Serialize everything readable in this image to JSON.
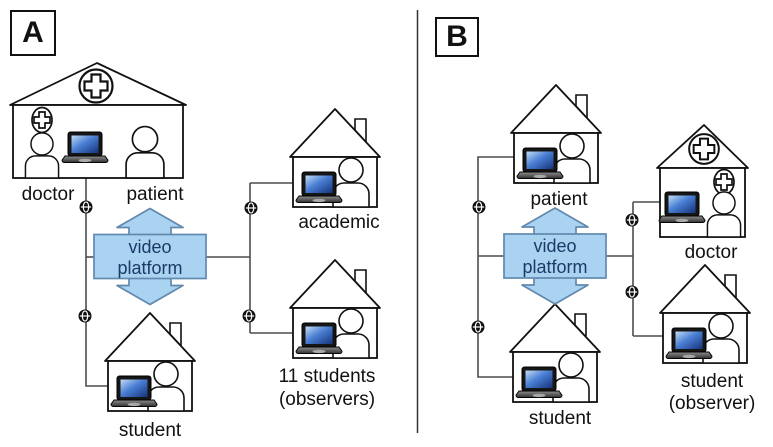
{
  "figure": {
    "panelA": {
      "tag": "A",
      "platform": {
        "line1": "video",
        "line2": "platform"
      },
      "labels": {
        "doctor": "doctor",
        "patient": "patient",
        "academic": "academic",
        "observers_line1": "11 students",
        "observers_line2": "(observers)",
        "student": "student"
      }
    },
    "panelB": {
      "tag": "B",
      "platform": {
        "line1": "video",
        "line2": "platform"
      },
      "labels": {
        "patient": "patient",
        "doctor": "doctor",
        "student": "student",
        "observer_line1": "student",
        "observer_line2": "(observer)"
      }
    }
  },
  "icons": {
    "globe": "internet-globe-icon",
    "medical_cross_roof": "medical-cross-circle-icon",
    "medical_cross_person": "medical-cross-badge-icon",
    "laptop": "laptop-icon",
    "person": "person-icon",
    "house": "house-icon",
    "clinic": "clinic-house-icon",
    "platform_arrow": "double-headed-arrow-icon"
  },
  "colors": {
    "platform_fill": "#a9d3f1",
    "platform_stroke": "#6189ae",
    "platform_text": "#1b3a66",
    "connector_line": "#4d4d4d",
    "outline": "#111111",
    "laptop_screen_blue": "#3f74d1",
    "background": "#ffffff"
  }
}
